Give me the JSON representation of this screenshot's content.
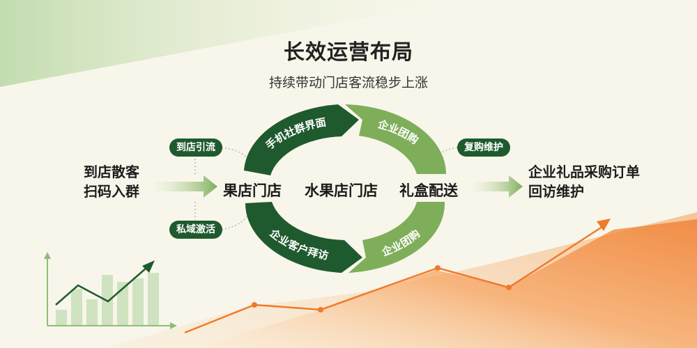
{
  "title": "长效运营布局",
  "subtitle": "持续带动门店客流稳步上涨",
  "left_input": {
    "line1": "到店散客",
    "line2": "扫码入群"
  },
  "right_output": {
    "line1": "企业礼品采购订单",
    "line2": "回访维护"
  },
  "nodes": {
    "left": "果店门店",
    "center": "水果店门店",
    "right": "礼盒配送"
  },
  "pills": {
    "top_left": "到店引流",
    "bottom_left": "私域激活",
    "top_right": "复购维护"
  },
  "arcs": {
    "top_left": "手机社群界面",
    "top_right": "企业团购",
    "bottom_left": "企业客户拜访",
    "bottom_right": "企业团购"
  },
  "colors": {
    "dark_green": "#1f5a2e",
    "light_green": "#7fae5a",
    "orange": "#f07a2a",
    "background": "#f8f6ea"
  }
}
